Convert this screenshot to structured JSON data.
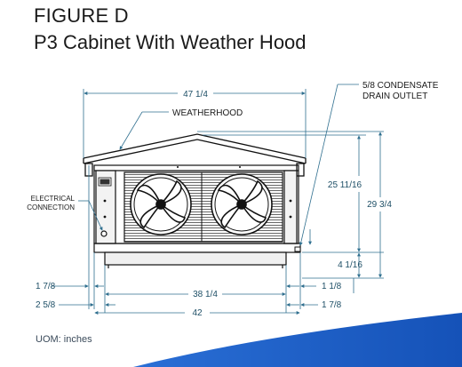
{
  "figure": {
    "label": "FIGURE D",
    "title": "P3 Cabinet With Weather Hood",
    "uom": "UOM: inches"
  },
  "callouts": {
    "weatherhood": "WEATHERHOOD",
    "drain_line1": "5/8 CONDENSATE",
    "drain_line2": "DRAIN OUTLET",
    "electrical_line1": "ELECTRICAL",
    "electrical_line2": "CONNECTION"
  },
  "dimensions": {
    "overall_width": "47 1/4",
    "cabinet_height": "25 11/16",
    "overall_height": "29 3/4",
    "base_height": "4 1/16",
    "base_left_offset": "1 7/8",
    "base_right_offset": "1 1/8",
    "mount_width": "38 1/4",
    "left_offset_2": "2 5/8",
    "right_offset_2": "1 7/8",
    "cabinet_width": "42"
  },
  "colors": {
    "line": "#111111",
    "dimension": "#2f6f8f",
    "wave": "#1b5fc9"
  }
}
